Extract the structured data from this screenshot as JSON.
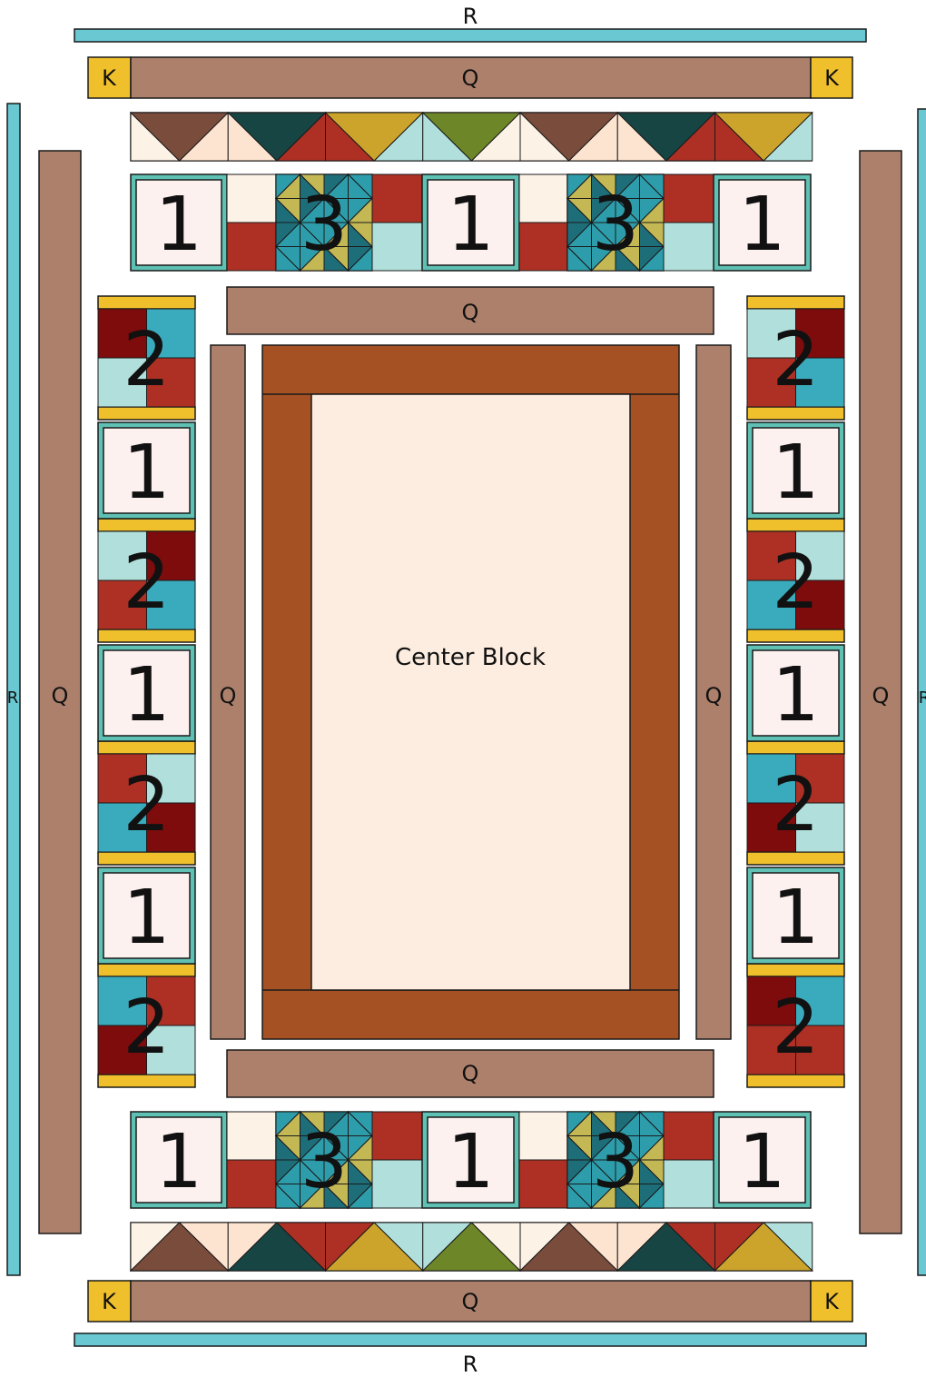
{
  "center": {
    "label": "Center Block"
  },
  "labels": {
    "Q": "Q",
    "R": "R",
    "K": "K",
    "block1": "1",
    "block2": "2",
    "block3": "3"
  },
  "colors": {
    "border_q": "#ad806c",
    "border_r": "#69c8d2",
    "corner_k": "#f0c02c",
    "center_frame": "#a55124",
    "center_fill": "#fdede0",
    "block1_frame": "#5fc0b4",
    "block1_fill": "#fdf1f0",
    "block2_band": "#f0c02c",
    "red": "#ae3024",
    "dark_red": "#7e0c0c",
    "teal": "#3aabbc",
    "pale_aqua": "#b1e0dc",
    "peach": "#fde4d0",
    "cream": "#fdf2e6",
    "dark_teal": "#164544",
    "mustard": "#cca42c",
    "olive": "#6d8628",
    "brown": "#7a4c3c",
    "b3_teal": "#2e9dab",
    "b3_dark": "#1e6e7a",
    "b3_khaki": "#c4b855"
  }
}
